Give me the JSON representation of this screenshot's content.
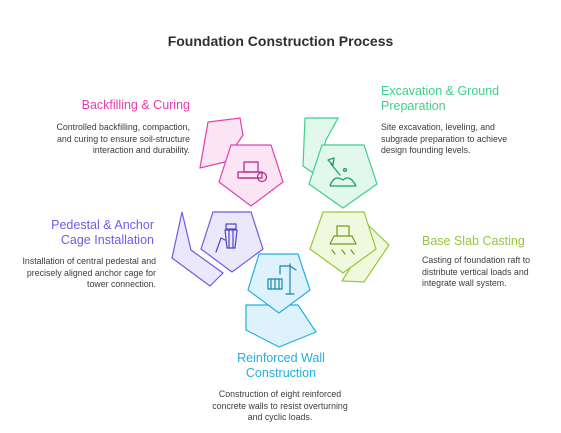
{
  "title": "Foundation Construction Process",
  "steps": [
    {
      "heading": "Excavation & Ground Preparation",
      "description": "Site excavation, leveling, and subgrade preparation to achieve design founding levels.",
      "color": "#3fcf8e"
    },
    {
      "heading": "Base Slab Casting",
      "description": "Casting of foundation raft to distribute vertical loads and integrate wall system.",
      "color": "#93c83a"
    },
    {
      "heading": "Reinforced Wall Construction",
      "description": "Construction of eight reinforced concrete walls to resist overturning and cyclic loads.",
      "color": "#22b0e0"
    },
    {
      "heading": "Pedestal & Anchor Cage Installation",
      "description": "Installation of central pedestal and precisely aligned anchor cage for tower connection.",
      "color": "#6c5ce7"
    },
    {
      "heading": "Backfilling & Curing",
      "description": "Controlled backfilling, compaction, and curing to ensure soil-structure interaction and durability.",
      "color": "#e040b0"
    }
  ],
  "icons": [
    "shovel-soil-icon",
    "concrete-slab-icon",
    "crane-wall-icon",
    "anchor-cage-icon",
    "road-roller-icon"
  ]
}
